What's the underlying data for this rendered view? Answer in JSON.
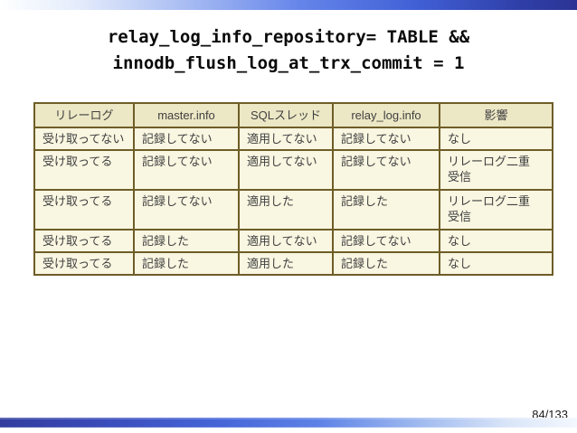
{
  "slide": {
    "title_line1": "relay_log_info_repository= TABLE &&",
    "title_line2": "innodb_flush_log_at_trx_commit = 1",
    "page_number": "84/133"
  },
  "table": {
    "headers": [
      "リレーログ",
      "master.info",
      "SQLスレッド",
      "relay_log.info",
      "影響"
    ],
    "rows": [
      [
        "受け取ってない",
        "記録してない",
        "適用してない",
        "記録してない",
        "なし"
      ],
      [
        "受け取ってる",
        "記録してない",
        "適用してない",
        "記録してない",
        "リレーログ二重\n受信"
      ],
      [
        "受け取ってる",
        "記録してない",
        "適用した",
        "記録した",
        "リレーログ二重\n受信"
      ],
      [
        "受け取ってる",
        "記録した",
        "適用してない",
        "記録してない",
        "なし"
      ],
      [
        "受け取ってる",
        "記録した",
        "適用した",
        "記録した",
        "なし"
      ]
    ]
  },
  "colors": {
    "table_border": "#6e5d27",
    "table_header_bg": "#ece7c5",
    "table_body_bg": "#f9f6e1",
    "top_bar_gradient_start": "#feffff",
    "top_bar_gradient_end": "#2b3494",
    "bottom_bar_gradient_start": "#323d9e",
    "bottom_bar_gradient_end": "#f4f8fe"
  }
}
